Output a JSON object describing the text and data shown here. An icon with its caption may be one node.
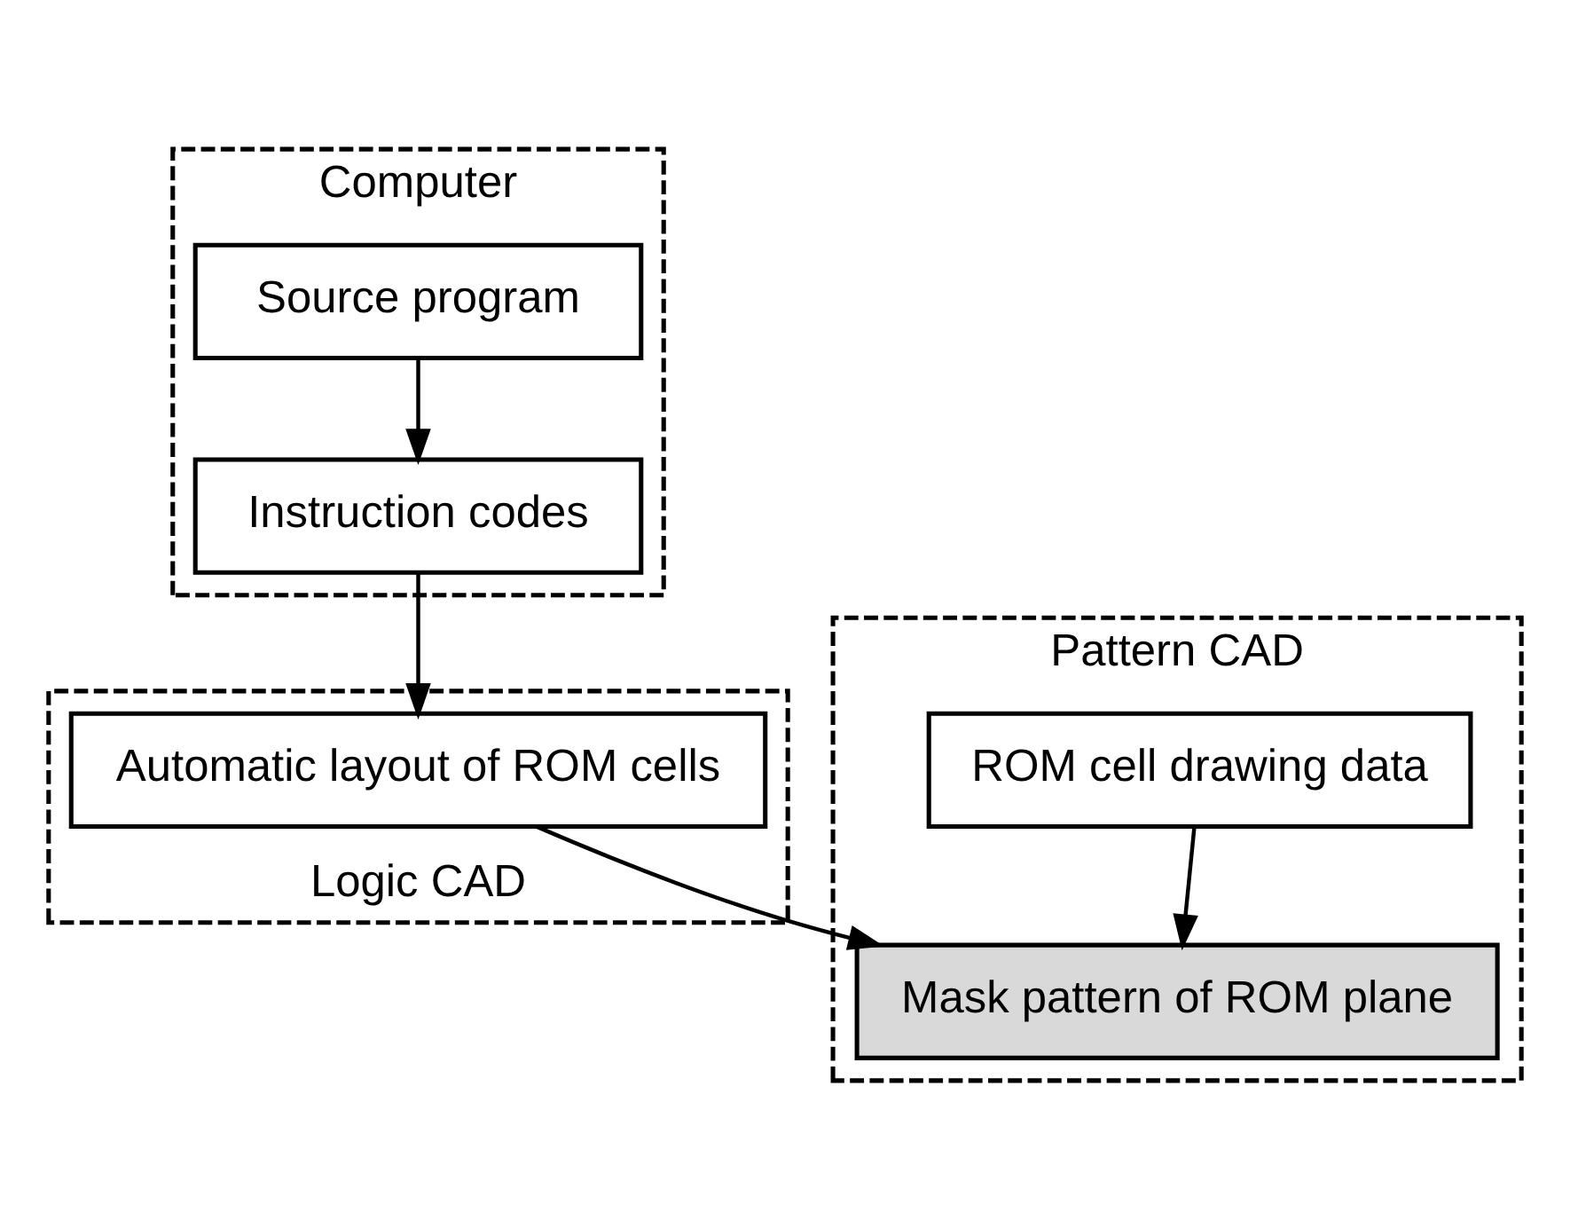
{
  "diagram": {
    "nodes": [
      {
        "text": [
          "Computer"
        ]
      },
      {
        "text": [
          "Source program"
        ],
        "in": 0
      },
      {
        "text": [
          "Instruction codes"
        ],
        "in": 0
      },
      {
        "text": [
          "Pattern CAD"
        ]
      },
      {
        "text": [
          "ROM cell drawing data"
        ],
        "in": 3
      },
      {
        "text": [
          "Mask pattern of ROM plane"
        ],
        "in": 3
      },
      {
        "text": [
          "Logic CAD"
        ]
      },
      {
        "text": [
          "Automatic layout of ROM cells"
        ],
        "in": 6
      }
    ],
    "edges": [
      {
        "from": 1,
        "to": 2,
        "arrow": "to"
      },
      {
        "from": 2,
        "to": 7,
        "arrow": "to"
      },
      {
        "from": 4,
        "to": 5,
        "arrow": "to"
      },
      {
        "from": 7,
        "to": 5,
        "arrow": "to"
      }
    ]
  }
}
